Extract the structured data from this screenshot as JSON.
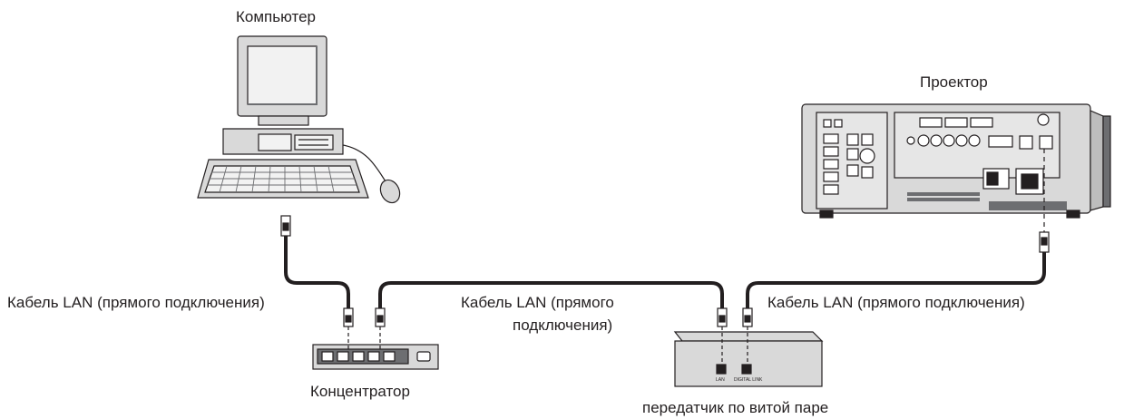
{
  "labels": {
    "computer": "Компьютер",
    "projector": "Проектор",
    "cable_left": "Кабель LAN (прямого подключения)",
    "cable_middle_line1": "Кабель LAN (прямого",
    "cable_middle_line2": "подключения)",
    "cable_right": "Кабель LAN (прямого подключения)",
    "hub": "Концентратор",
    "transmitter": "передатчик по витой паре",
    "port_lan": "LAN",
    "port_digital_link": "DIGITAL LINK"
  },
  "colors": {
    "line": "#231f20",
    "device_fill": "#d9d9d9",
    "screen_fill": "#e6e6e6",
    "dark_fill": "#6d6e71"
  }
}
